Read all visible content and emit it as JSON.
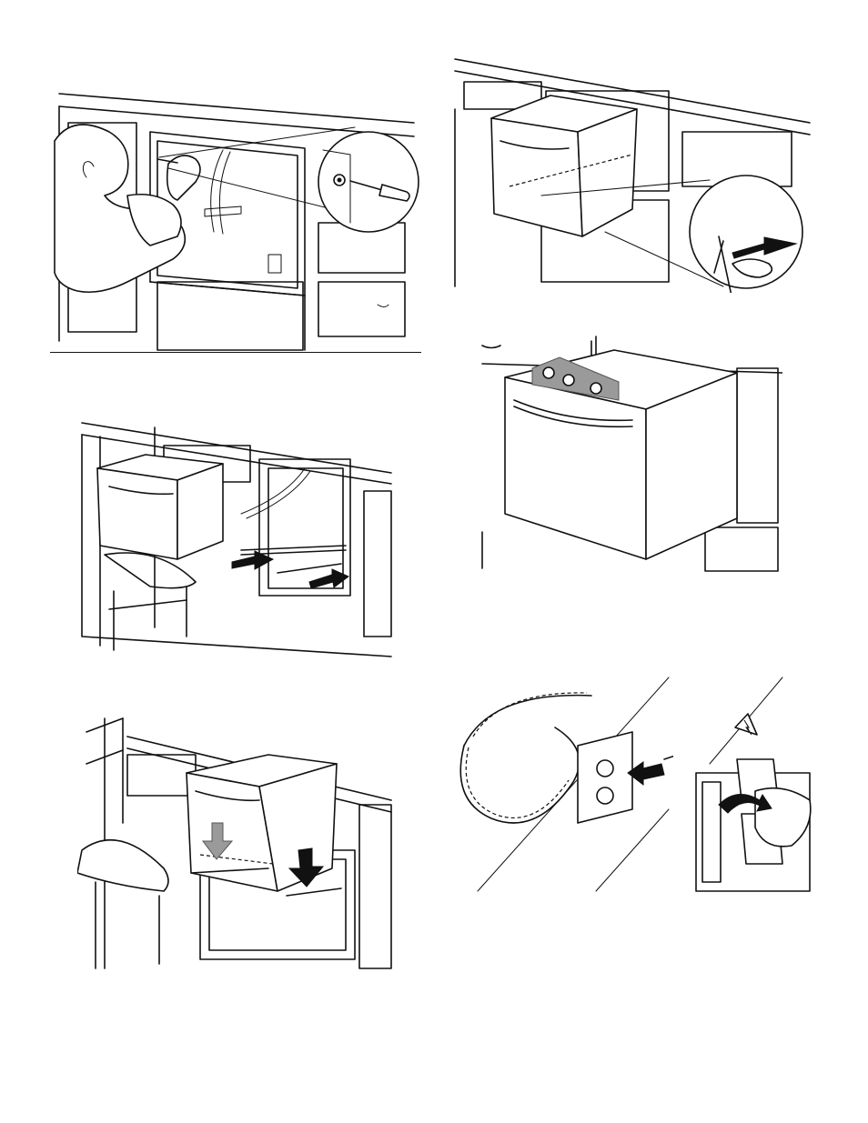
{
  "page": {
    "background": "#ffffff",
    "line_color": "#111111",
    "arrow_color": "#111111",
    "arrow_grey": "#9a9a9a"
  },
  "illustrations": [
    {
      "id": "remove-screw",
      "icons": [
        "person",
        "screwdriver",
        "screw",
        "zoom-circle"
      ]
    },
    {
      "id": "pull-out-rails",
      "icons": [
        "chair",
        "drawer-box",
        "arrow-right"
      ]
    },
    {
      "id": "attach-drawer",
      "icons": [
        "chair",
        "drawer-box",
        "arrow-down"
      ]
    },
    {
      "id": "release-lever",
      "icons": [
        "drawer-box",
        "zoom-circle",
        "arrow-left"
      ]
    },
    {
      "id": "check-level",
      "icons": [
        "drawer-box",
        "bubble-level"
      ]
    },
    {
      "id": "plug-in-power",
      "icons": [
        "power-cord",
        "outlet",
        "plug",
        "arrow-left"
      ]
    },
    {
      "id": "turn-on-breaker",
      "icons": [
        "electrical-hazard",
        "circuit-breaker",
        "curved-arrow"
      ]
    }
  ]
}
